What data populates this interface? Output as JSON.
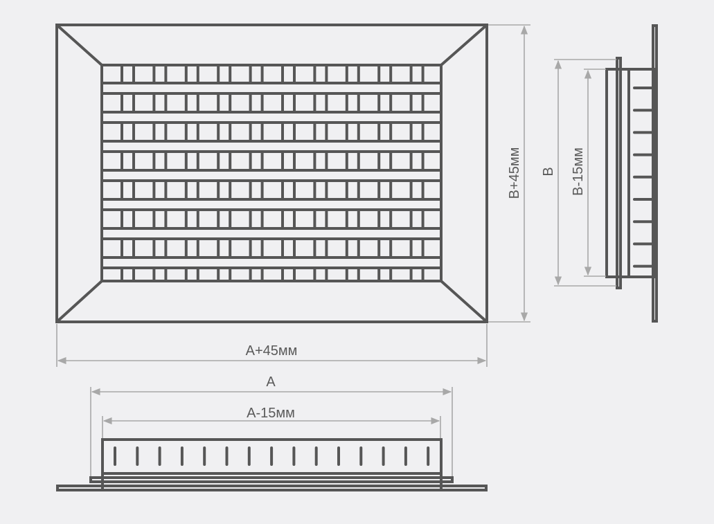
{
  "labels": {
    "front_width": "A+45мм",
    "front_height": "B+45мм",
    "side_outer": "B",
    "side_inner": "B-15мм",
    "bottom_outer": "A",
    "bottom_inner": "A-15мм"
  },
  "colors": {
    "background": "#f0f0f2",
    "line": "#565656",
    "dimension": "#a8a8a8"
  },
  "grille": {
    "horizontal_bars": 7,
    "vertical_blades": 10,
    "side_slats": 9,
    "bottom_slats": 15
  }
}
